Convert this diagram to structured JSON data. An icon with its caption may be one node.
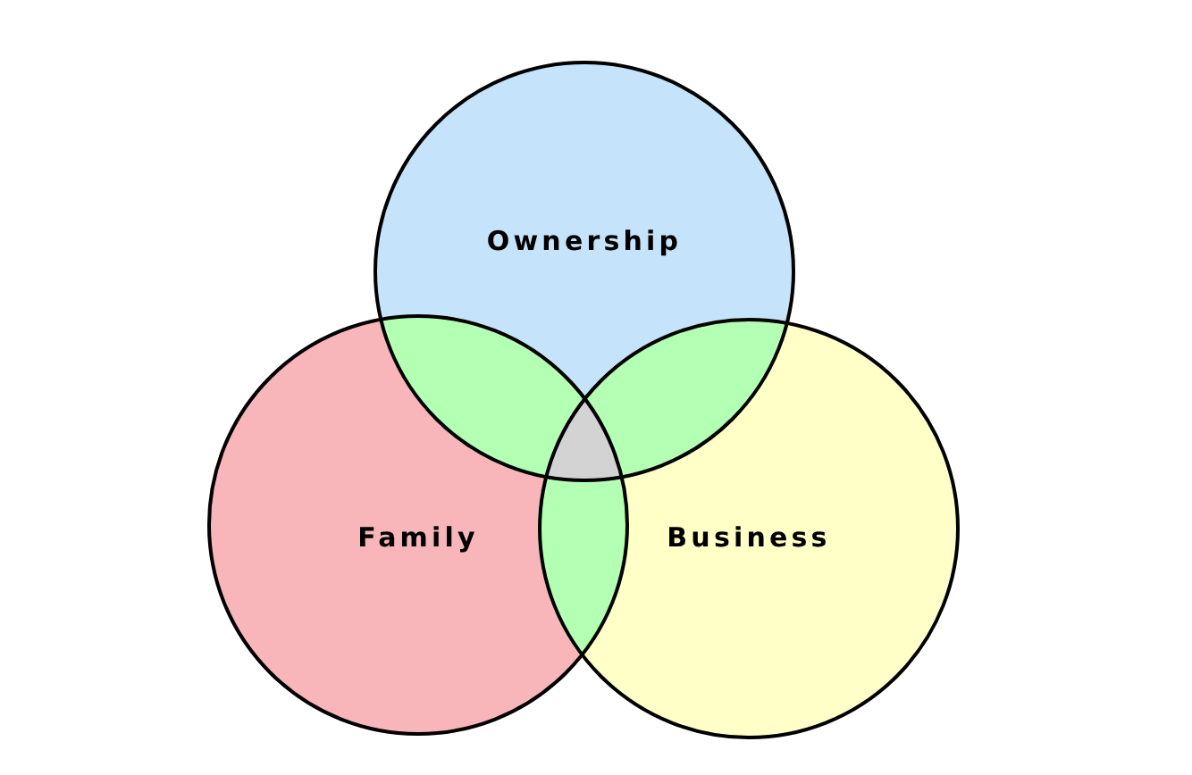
{
  "diagram": {
    "nodes": [
      {
        "text": [
          "Ownership"
        ]
      },
      {
        "text": [
          "Family"
        ]
      },
      {
        "text": [
          "Business"
        ]
      }
    ],
    "edges": []
  }
}
